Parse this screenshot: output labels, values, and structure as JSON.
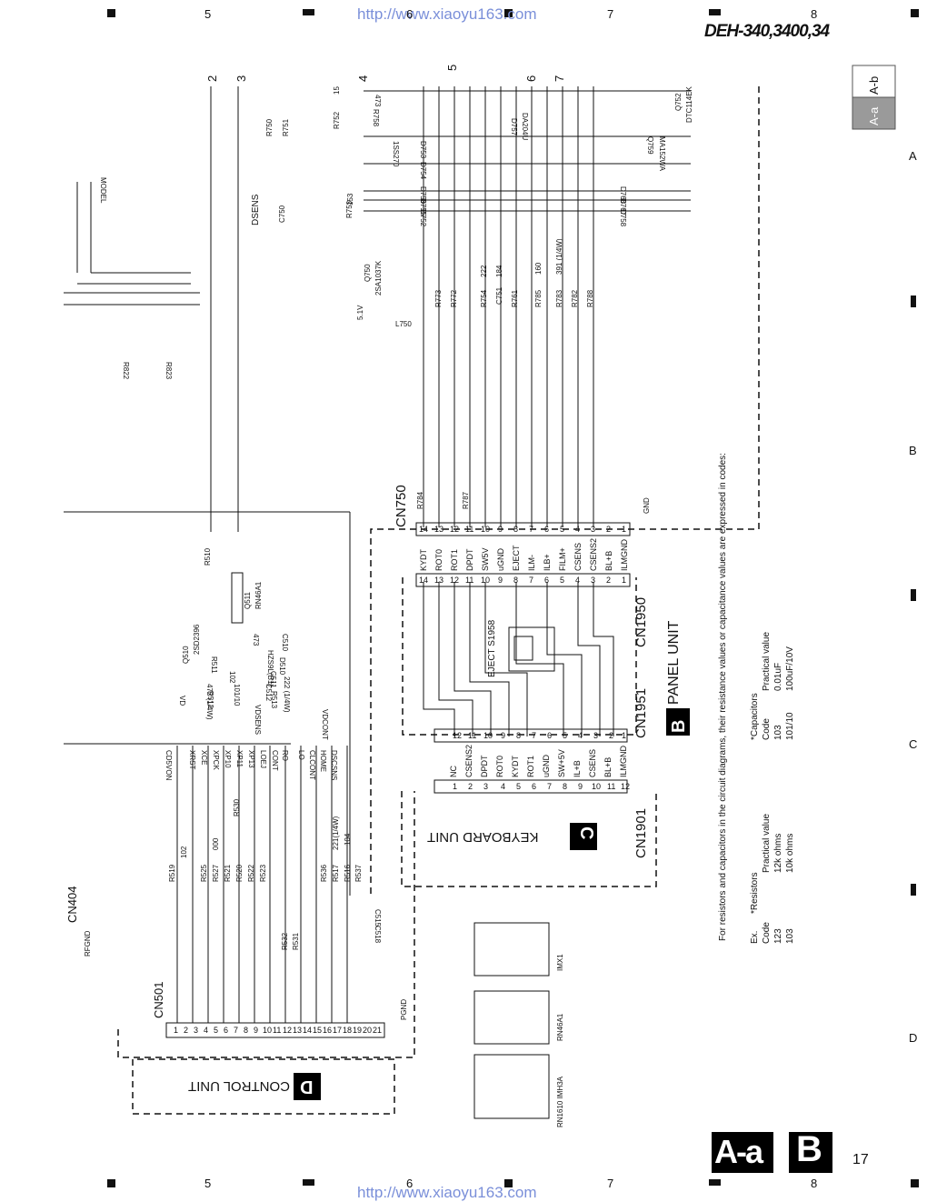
{
  "header": {
    "model_title": "DEH-340,3400,34",
    "url_top": "http://www.xiaoyu163.com",
    "url_bottom": "http://www.xiaoyu163.com",
    "grid_top": [
      "5",
      "6",
      "7",
      "8"
    ],
    "grid_bottom": [
      "5",
      "6",
      "7",
      "8"
    ],
    "grid_right": [
      "A",
      "B",
      "C",
      "D"
    ]
  },
  "tabs": {
    "a_b": "A-b",
    "a_a": "A-a"
  },
  "footer": {
    "section": "A-a",
    "unit": "B",
    "page_number": "17"
  },
  "connectors": {
    "cn750": "CN750",
    "cn1950": "CN1950",
    "cn1951": "CN1951",
    "cn1901": "CN1901",
    "cn501": "CN501",
    "cn404": "CN404"
  },
  "units": {
    "panel": {
      "letter": "B",
      "name": "PANEL UNIT"
    },
    "keyboard": {
      "letter": "C",
      "name": "KEYBOARD UNIT"
    },
    "control": {
      "letter": "D",
      "name": "CONTROL UNIT"
    }
  },
  "cn750_pins": [
    "14",
    "13",
    "12",
    "11",
    "10",
    "9",
    "8",
    "7",
    "6",
    "5",
    "4",
    "3",
    "2",
    "1"
  ],
  "cn750_signals": [
    "KYDT",
    "ROT0",
    "ROT1",
    "DPDT",
    "SW5V",
    "uGND",
    "EJECT",
    "ILM-",
    "ILB+",
    "FILM+",
    "CSENS",
    "CSENS2",
    "BL+B",
    "ILMGND"
  ],
  "cn1950_pins": [
    "14",
    "13",
    "12",
    "11",
    "10",
    "9",
    "8",
    "7",
    "6",
    "5",
    "4",
    "3",
    "2",
    "1"
  ],
  "cn1951_pins": [
    "12",
    "11",
    "10",
    "9",
    "8",
    "7",
    "6",
    "5",
    "4",
    "3",
    "2",
    "1"
  ],
  "cn1901_pins": [
    "1",
    "2",
    "3",
    "4",
    "5",
    "6",
    "7",
    "8",
    "9",
    "10",
    "11",
    "12"
  ],
  "cn1901_signals": [
    "NC",
    "CSENS2",
    "DPDT",
    "ROT0",
    "KYDT",
    "ROT1",
    "uGND",
    "SW+5V",
    "IL+B",
    "CSENS",
    "BL+B",
    "ILMGND"
  ],
  "cn501_pins": [
    "1",
    "2",
    "3",
    "4",
    "5",
    "6",
    "7",
    "8",
    "9",
    "10",
    "11",
    "12",
    "13",
    "14",
    "15",
    "16",
    "17",
    "18",
    "19",
    "20",
    "21"
  ],
  "control_signals": [
    "CD5VON",
    "XRST",
    "XCE",
    "XPCK",
    "XP10",
    "XP11",
    "XP13",
    "LOEJ",
    "CONT",
    "RO",
    "LO",
    "CLCONT",
    "HOME",
    "DSCSNS",
    "VDCONT",
    "VDSENS",
    "VD"
  ],
  "resistors": [
    "R519",
    "R525",
    "R527",
    "R521",
    "R520",
    "R522",
    "R523",
    "R530",
    "R536",
    "R517",
    "R516",
    "R537",
    "R532",
    "R531",
    "R510",
    "R511",
    "R512",
    "R513",
    "R784",
    "R787",
    "R773",
    "R772",
    "R754",
    "R761",
    "R785",
    "R783",
    "R782",
    "R788",
    "R753",
    "R752",
    "R758",
    "R750",
    "R751",
    "R822",
    "R823"
  ],
  "resistor_values": [
    "102",
    "000",
    "221(1/4W)",
    "472 (1/4W)",
    "222 (1/4W)",
    "222",
    "153",
    "15",
    "473",
    "391 (1/4W)",
    "160",
    "104"
  ],
  "capacitors": [
    "C510",
    "C511",
    "C512",
    "C515",
    "C518",
    "C751",
    "C750"
  ],
  "capacitor_values": [
    "473",
    "102",
    "101/10",
    "184"
  ],
  "transistors": [
    "Q510",
    "Q511",
    "Q750",
    "Q752",
    "Q759"
  ],
  "transistor_parts": [
    "2SD2396",
    "RN46A1",
    "2SA1037K",
    "DTC114EK",
    "MA152WA"
  ],
  "diodes": [
    "D510",
    "D752",
    "D753",
    "D754",
    "D755",
    "D756",
    "D757",
    "D758",
    "D767",
    "D768"
  ],
  "diode_part": "1SS270",
  "diode_extra": [
    "HZS9L(B1)",
    "DA204U"
  ],
  "eject_switch": "EJECT S1958",
  "labels": {
    "dsens": "DSENS",
    "l750": "L750",
    "v51": "5.1V",
    "gnd": "GND",
    "pgnd": "PGND",
    "rfgnd": "RFGND",
    "model": "MODEL"
  },
  "net_numbers": [
    "2",
    "3",
    "4",
    "5",
    "6",
    "7"
  ],
  "packages": [
    "IMX1",
    "RN46A1",
    "RN1610 IMH3A"
  ],
  "notes": {
    "intro": "For resistors and capacitors in the circuit diagrams, their resistance values or capacitance values are expressed in codes:",
    "ex": "Ex.",
    "res_head": "*Resistors",
    "res_col_code": "Code",
    "res_col_value": "Practical value",
    "res_rows": [
      [
        "123",
        "12k ohms"
      ],
      [
        "103",
        "10k ohms"
      ]
    ],
    "cap_head": "*Capacitors",
    "cap_col_code": "Code",
    "cap_col_value": "Practical value",
    "cap_rows": [
      [
        "103",
        "0.01uF"
      ],
      [
        "101/10",
        "100uF/10V"
      ]
    ]
  }
}
